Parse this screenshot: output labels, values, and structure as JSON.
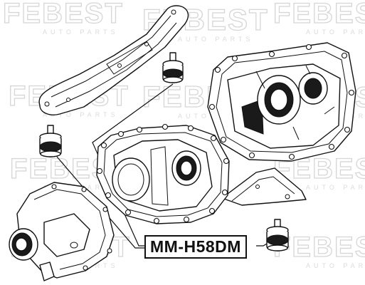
{
  "watermark": {
    "brand": "FEBEST",
    "tagline": "AUTO PARTS"
  },
  "part_number": "MM-H58DM",
  "colors": {
    "line": "#111111",
    "watermark": "#d6d6d6",
    "background": "#ffffff"
  }
}
